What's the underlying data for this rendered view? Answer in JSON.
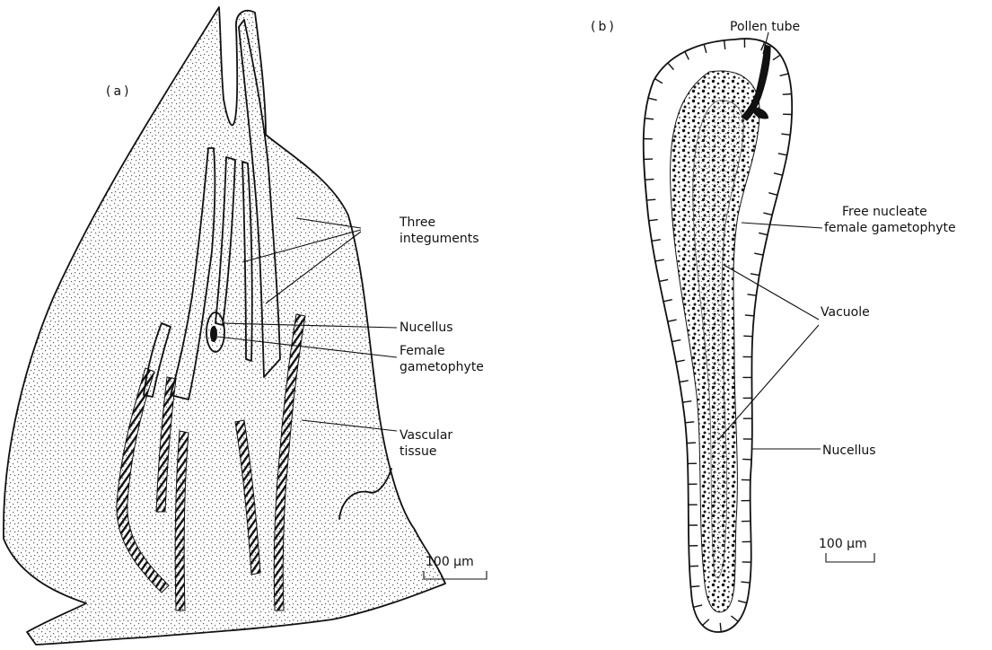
{
  "panels": {
    "a": {
      "label": "(a)",
      "annotations": {
        "integuments_line1": "Three",
        "integuments_line2": "integuments",
        "nucellus": "Nucellus",
        "female_gametophyte_line1": "Female",
        "female_gametophyte_line2": "gametophyte",
        "vascular_line1": "Vascular",
        "vascular_line2": "tissue"
      },
      "scale_bar": "100 µm"
    },
    "b": {
      "label": "(b)",
      "annotations": {
        "pollen_tube": "Pollen tube",
        "free_nucleate_line1": "Free nucleate",
        "free_nucleate_line2": "female gametophyte",
        "vacuole": "Vacuole",
        "nucellus": "Nucellus"
      },
      "scale_bar": "100 µm"
    }
  },
  "colors": {
    "ink": "#111111",
    "background": "#ffffff"
  }
}
